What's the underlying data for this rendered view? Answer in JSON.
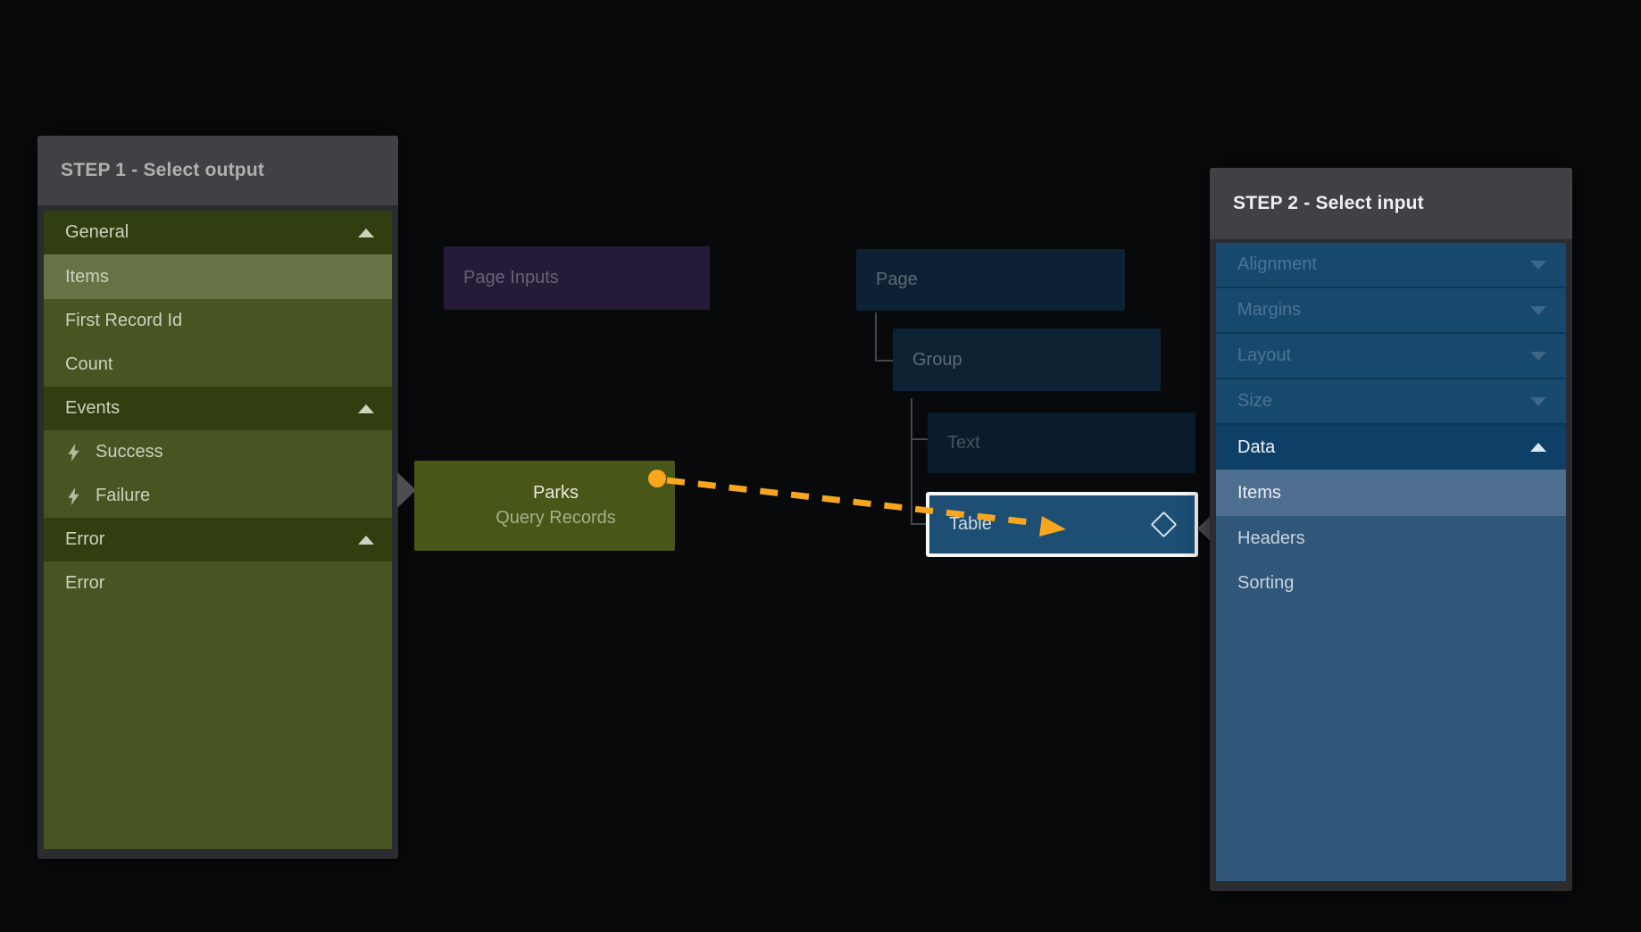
{
  "step1": {
    "title": "STEP 1 - Select output",
    "rows": [
      {
        "label": "General"
      },
      {
        "label": "Items"
      },
      {
        "label": "First Record Id"
      },
      {
        "label": "Count"
      },
      {
        "label": "Events"
      },
      {
        "label": "Success"
      },
      {
        "label": "Failure"
      },
      {
        "label": "Error"
      },
      {
        "label": "Error"
      }
    ]
  },
  "flow": {
    "page_inputs_label": "Page Inputs",
    "page_label": "Page",
    "group_label": "Group",
    "text_label": "Text",
    "table_label": "Table",
    "source_name": "Parks",
    "source_action": "Query Records"
  },
  "step2": {
    "title": "STEP 2 - Select input",
    "rows": [
      {
        "label": "Alignment"
      },
      {
        "label": "Margins"
      },
      {
        "label": "Layout"
      },
      {
        "label": "Size"
      },
      {
        "label": "Data"
      },
      {
        "label": "Items"
      },
      {
        "label": "Headers"
      },
      {
        "label": "Sorting"
      }
    ]
  },
  "colors": {
    "connector": "#f7a61d",
    "step1_selected_bg": "#667345",
    "step2_selected_bg": "#4d6e8e",
    "table_highlight_border": "#f5f6f7"
  }
}
